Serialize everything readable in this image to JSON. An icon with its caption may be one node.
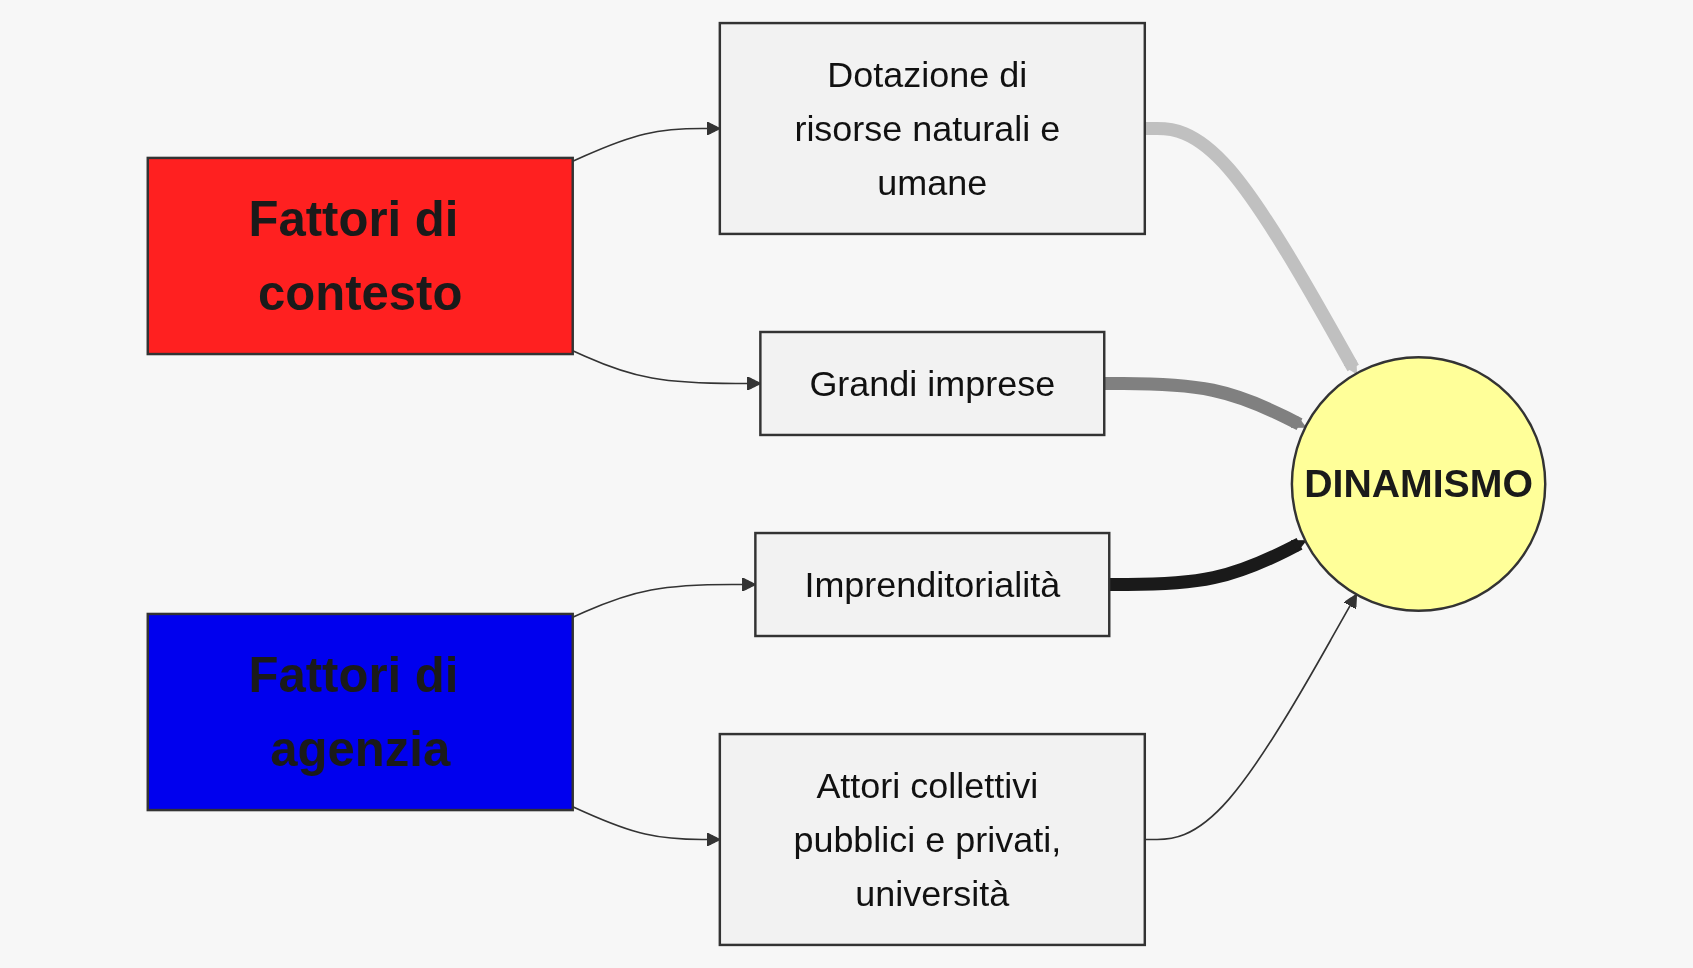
{
  "diagram": {
    "nodes": [
      {
        "text": [
          "Dotazione di risorse naturali e umane"
        ]
      },
      {
        "text": [
          "Imprenditorialità"
        ]
      },
      {
        "text": [
          "Fattori di contesto"
        ]
      },
      {
        "text": [
          "DINAMISMO"
        ]
      },
      {
        "text": [
          "Fattori di agenzia"
        ]
      },
      {
        "text": [
          "Grandi imprese"
        ]
      },
      {
        "text": [
          "Attori collettivi pubblici e privati, università"
        ]
      }
    ],
    "edges": [
      {
        "from": 2,
        "to": 0,
        "arrow": "to"
      },
      {
        "from": 2,
        "to": 5,
        "arrow": "to"
      },
      {
        "from": 4,
        "to": 1,
        "arrow": "to"
      },
      {
        "from": 4,
        "to": 6,
        "arrow": "to"
      },
      {
        "from": 0,
        "to": 3,
        "arrow": "to",
        "style": "thick",
        "color": "#c0c0c0"
      },
      {
        "from": 1,
        "to": 3,
        "arrow": "to",
        "style": "thick",
        "color": "#1a1a1a"
      },
      {
        "from": 5,
        "to": 3,
        "arrow": "to",
        "style": "thick",
        "color": "#808080"
      },
      {
        "from": 6,
        "to": 3,
        "arrow": "to"
      }
    ]
  }
}
